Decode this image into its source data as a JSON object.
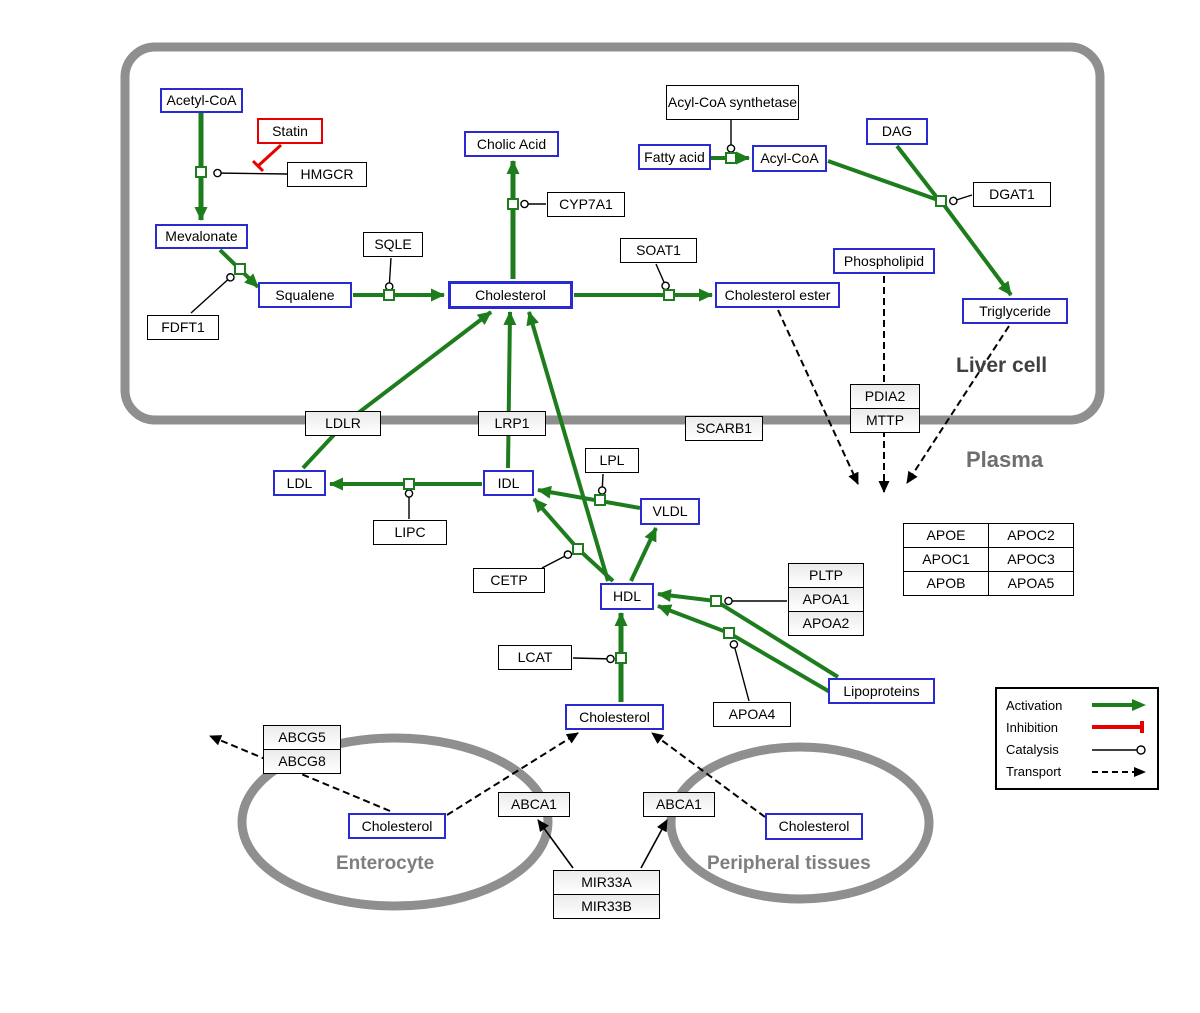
{
  "compartments": {
    "liver": "Liver cell",
    "plasma": "Plasma",
    "enterocyte": "Enterocyte",
    "peripheral": "Peripheral tissues"
  },
  "nodes": {
    "acetyl_coa": "Acetyl-CoA",
    "statin": "Statin",
    "hmgcr": "HMGCR",
    "mevalonate": "Mevalonate",
    "fdft1": "FDFT1",
    "squalene": "Squalene",
    "sqle": "SQLE",
    "cholic_acid": "Cholic Acid",
    "cyp7a1": "CYP7A1",
    "cholesterol_liver": "Cholesterol",
    "soat1": "SOAT1",
    "cholesterol_ester": "Cholesterol ester",
    "acyl_coa_synthetase": "Acyl-CoA synthetase",
    "fatty_acid": "Fatty acid",
    "acyl_coa": "Acyl-CoA",
    "dag": "DAG",
    "dgat1": "DGAT1",
    "phospholipid": "Phospholipid",
    "triglyceride": "Triglyceride",
    "ldlr": "LDLR",
    "lrp1": "LRP1",
    "scarb1": "SCARB1",
    "pdia2": "PDIA2",
    "mttp": "MTTP",
    "ldl": "LDL",
    "idl": "IDL",
    "vldl": "VLDL",
    "lipc": "LIPC",
    "lpl": "LPL",
    "cetp": "CETP",
    "hdl": "HDL",
    "pltp": "PLTP",
    "apoa1": "APOA1",
    "apoa2": "APOA2",
    "lcat": "LCAT",
    "apoa4": "APOA4",
    "lipoproteins": "Lipoproteins",
    "cholesterol_plasma": "Cholesterol",
    "abcg5": "ABCG5",
    "abcg8": "ABCG8",
    "cholesterol_enterocyte": "Cholesterol",
    "abca1_left": "ABCA1",
    "abca1_right": "ABCA1",
    "cholesterol_peripheral": "Cholesterol",
    "mir33a": "MIR33A",
    "mir33b": "MIR33B"
  },
  "apo_grid": [
    "APOE",
    "APOC2",
    "APOC1",
    "APOC3",
    "APOB",
    "APOA5"
  ],
  "legend": {
    "activation": "Activation",
    "inhibition": "Inhibition",
    "catalysis": "Catalysis",
    "transport": "Transport"
  },
  "colors": {
    "activation_green": "#1d7d1d",
    "inhibition_red": "#e80000",
    "metabolite_border_blue": "#2a2ad2",
    "membrane_gray": "#8f8f8f"
  }
}
